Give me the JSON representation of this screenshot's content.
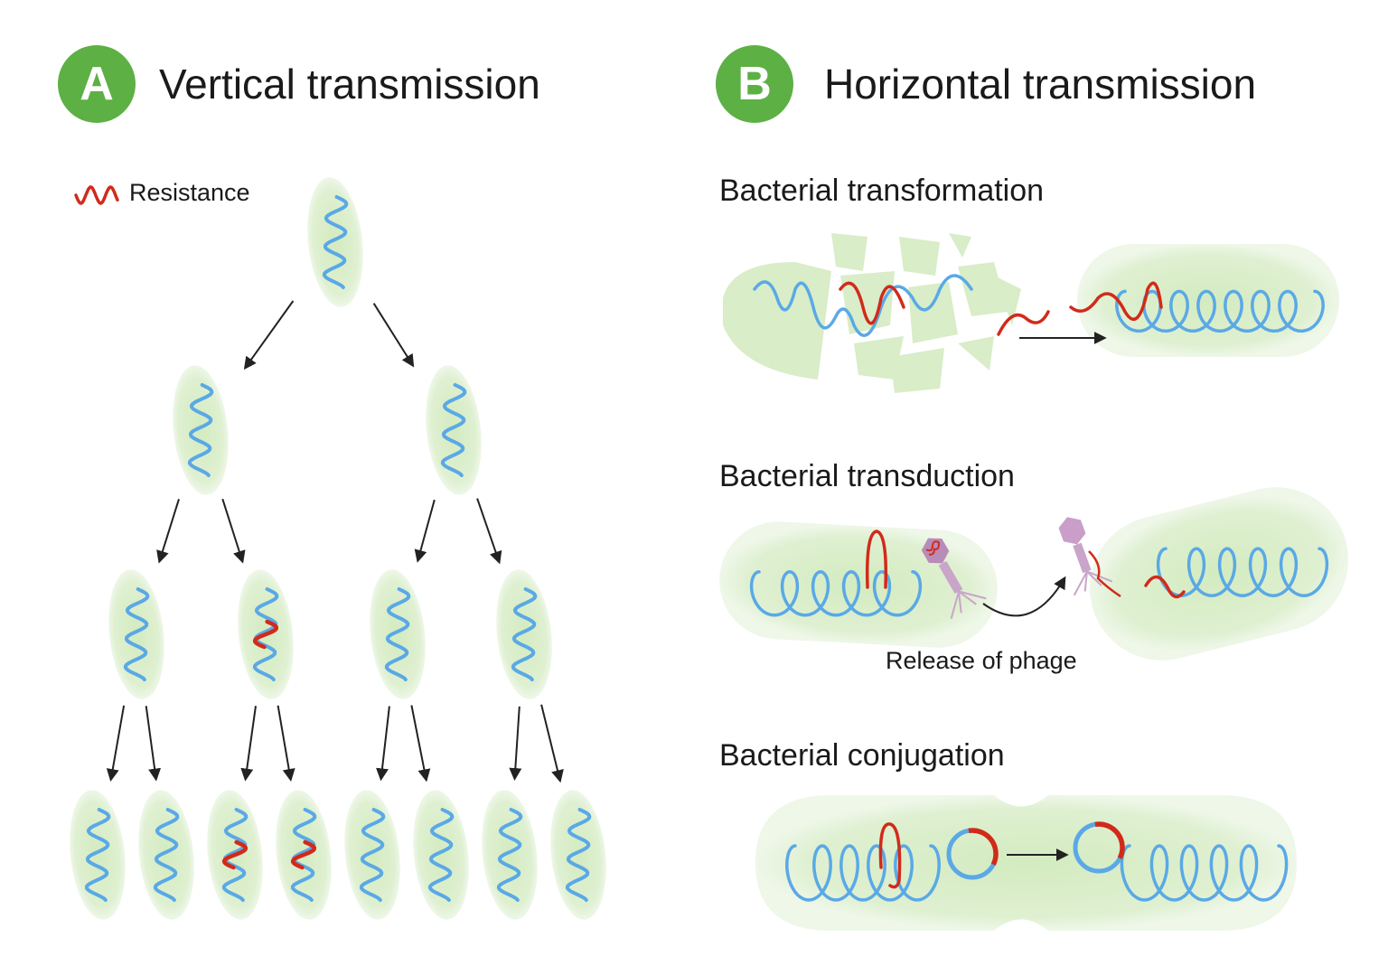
{
  "colors": {
    "badge": "#5db044",
    "cell_fill": "#d8edc8",
    "cell_edge": "#eef7e6",
    "dna": "#5aa9e6",
    "resistance": "#d22a1a",
    "phage": "#c9a5c9",
    "arrow": "#222222"
  },
  "panel_a": {
    "badge": "A",
    "title": "Vertical transmission",
    "legend_label": "Resistance",
    "legend_icon": "resistance-squiggle-icon"
  },
  "panel_b": {
    "badge": "B",
    "title": "Horizontal transmission",
    "transformation_title": "Bacterial transformation",
    "transduction_title": "Bacterial transduction",
    "transduction_caption": "Release of phage",
    "conjugation_title": "Bacterial conjugation"
  }
}
